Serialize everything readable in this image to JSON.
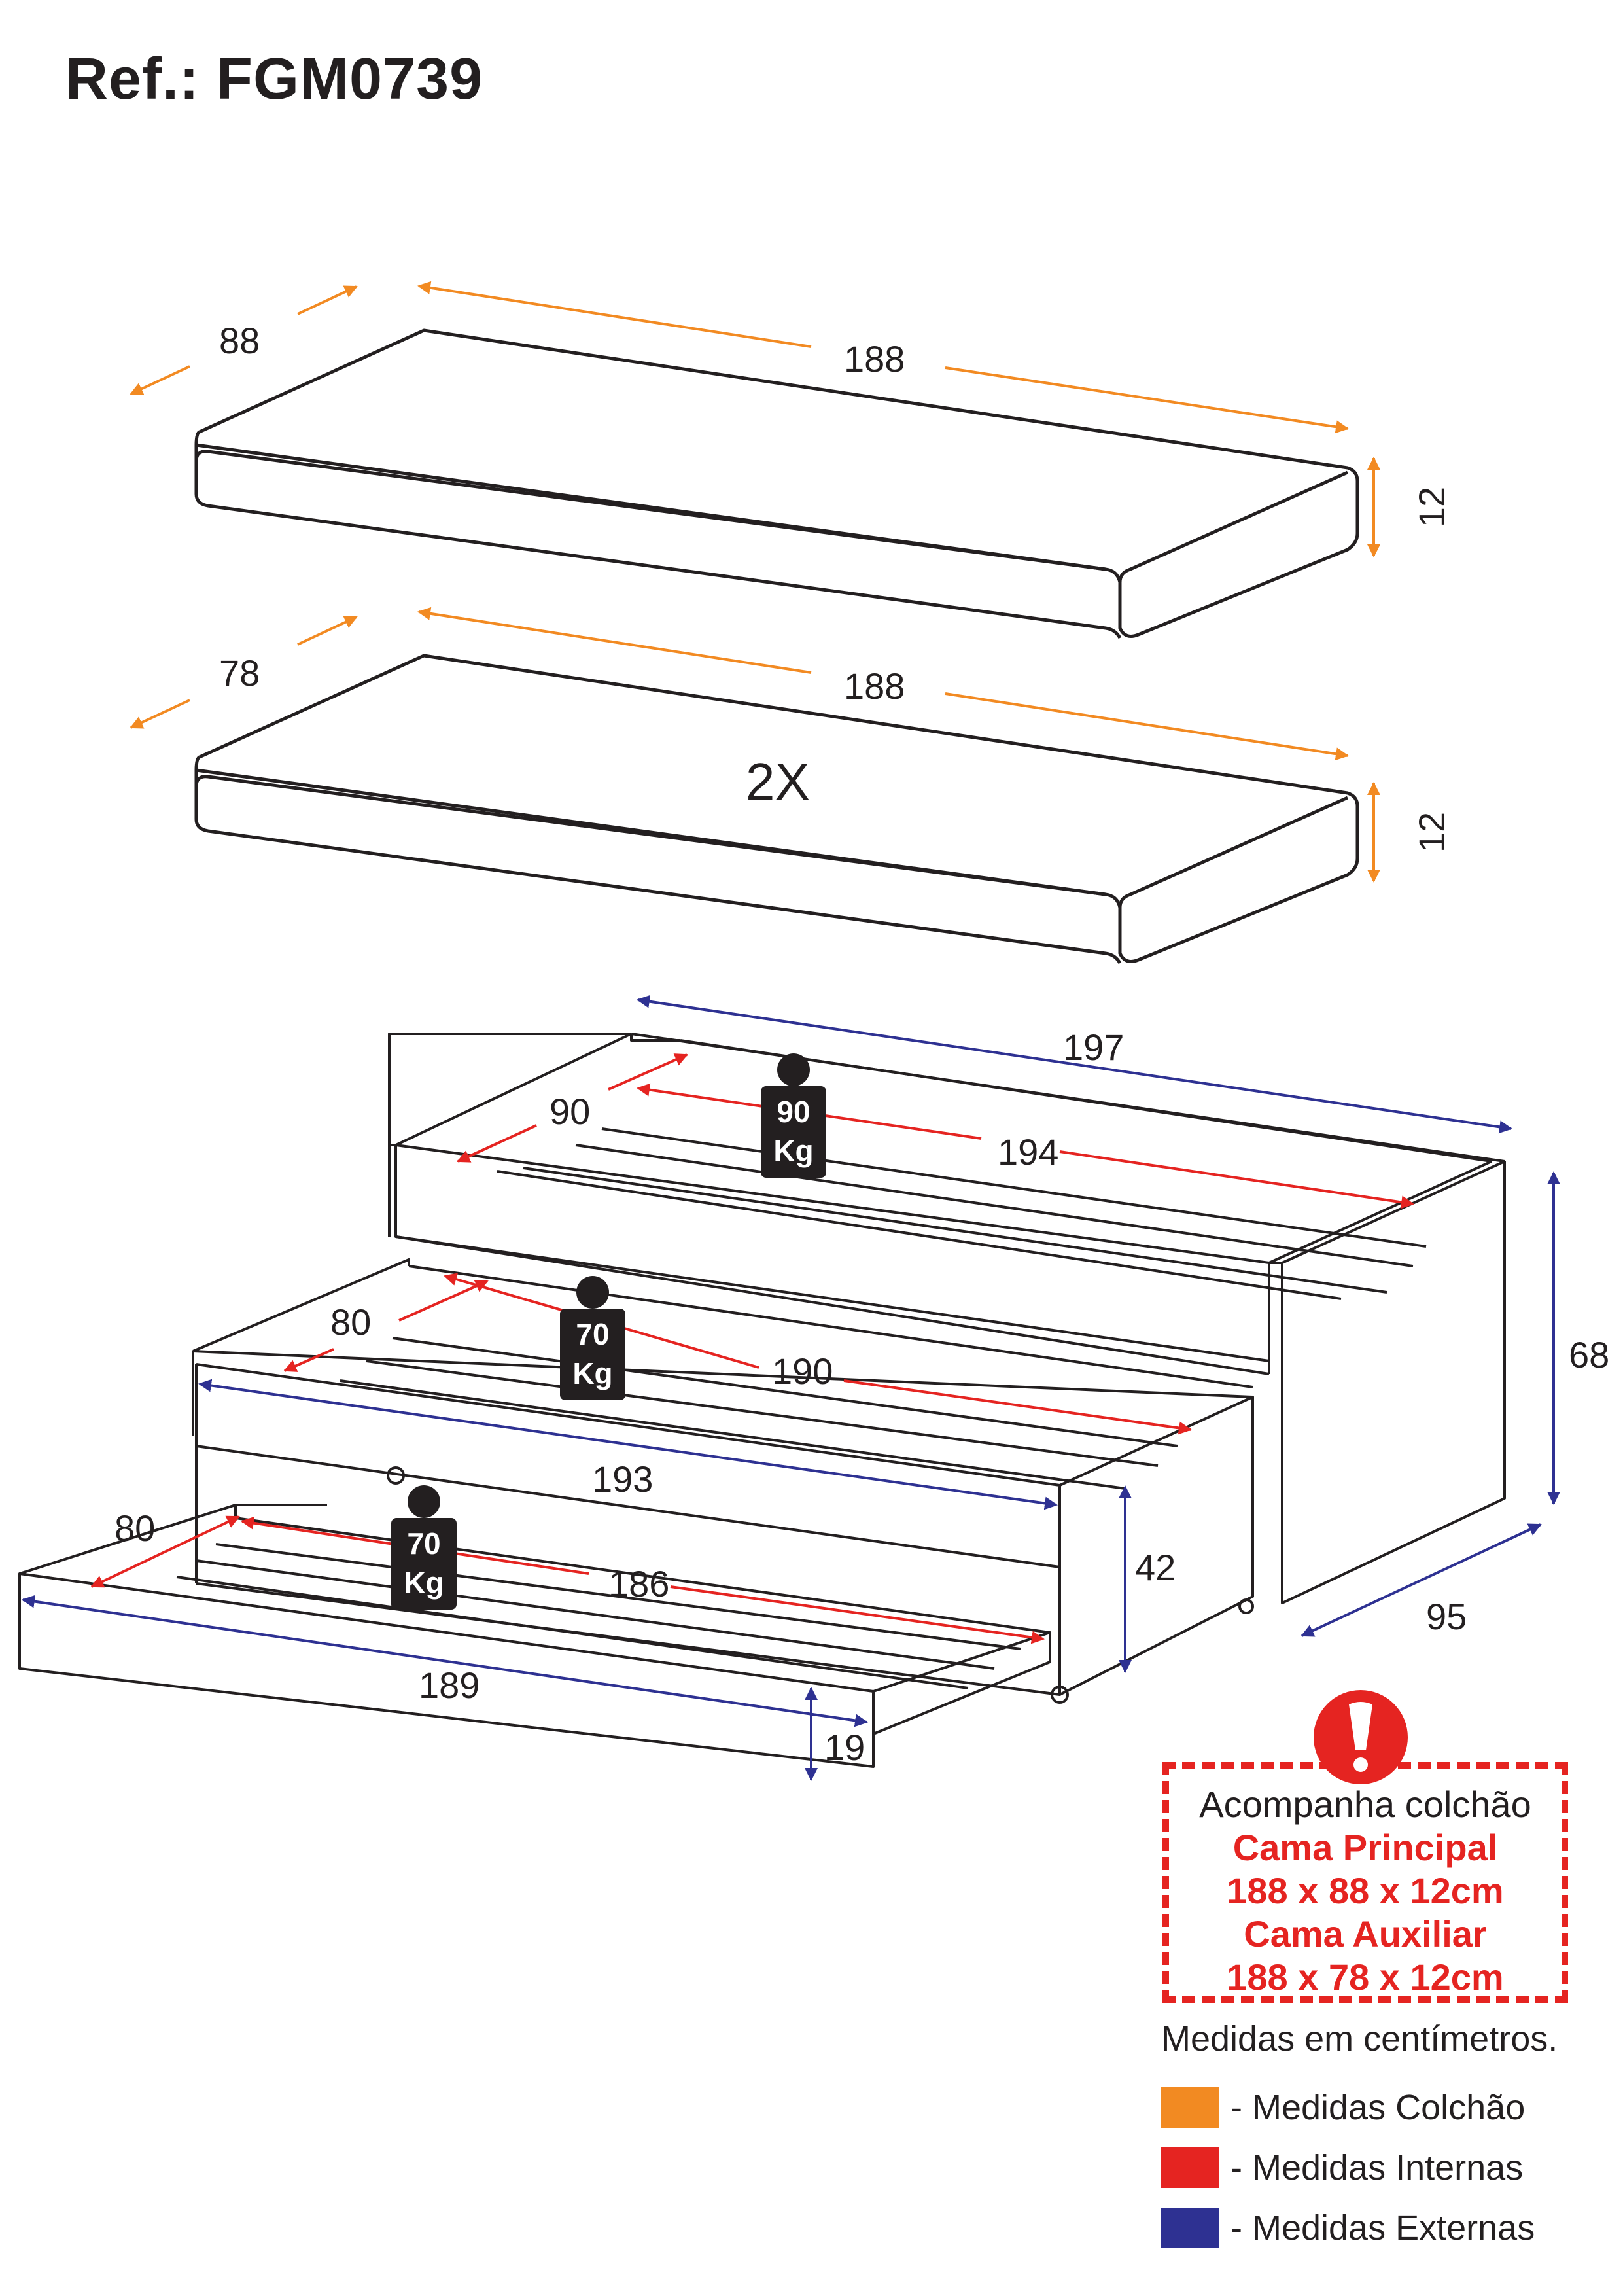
{
  "header": {
    "ref": "Ref.: FGM0739"
  },
  "colors": {
    "colchao": "#f28a22",
    "internas": "#e52421",
    "externas": "#2e3192",
    "line": "#231f20"
  },
  "mattress_top": {
    "width": "88",
    "length": "188",
    "height": "12"
  },
  "mattress_bottom": {
    "width": "78",
    "length": "188",
    "height": "12",
    "quantity": "2X"
  },
  "bed": {
    "main": {
      "ext_length": "197",
      "int_width": "90",
      "int_length": "194",
      "weight": "90",
      "unit": "Kg"
    },
    "mid": {
      "int_width": "80",
      "int_length": "190",
      "ext_length": "193",
      "weight": "70",
      "unit": "Kg"
    },
    "low": {
      "int_width": "80",
      "int_length": "186",
      "ext_length": "189",
      "weight": "70",
      "unit": "Kg",
      "height": "19"
    },
    "height": "68",
    "mid_height": "42",
    "depth": "95"
  },
  "notice": {
    "intro": "Acompanha colchão",
    "lines": [
      "Cama Principal",
      "188 x 88 x 12cm",
      "Cama Auxiliar",
      "188 x 78 x 12cm"
    ]
  },
  "legend": {
    "title": "Medidas em centímetros.",
    "items": [
      {
        "label": "- Medidas Colchão",
        "color": "#f28a22"
      },
      {
        "label": "- Medidas Internas",
        "color": "#e52421"
      },
      {
        "label": "- Medidas Externas",
        "color": "#2e3192"
      }
    ]
  }
}
